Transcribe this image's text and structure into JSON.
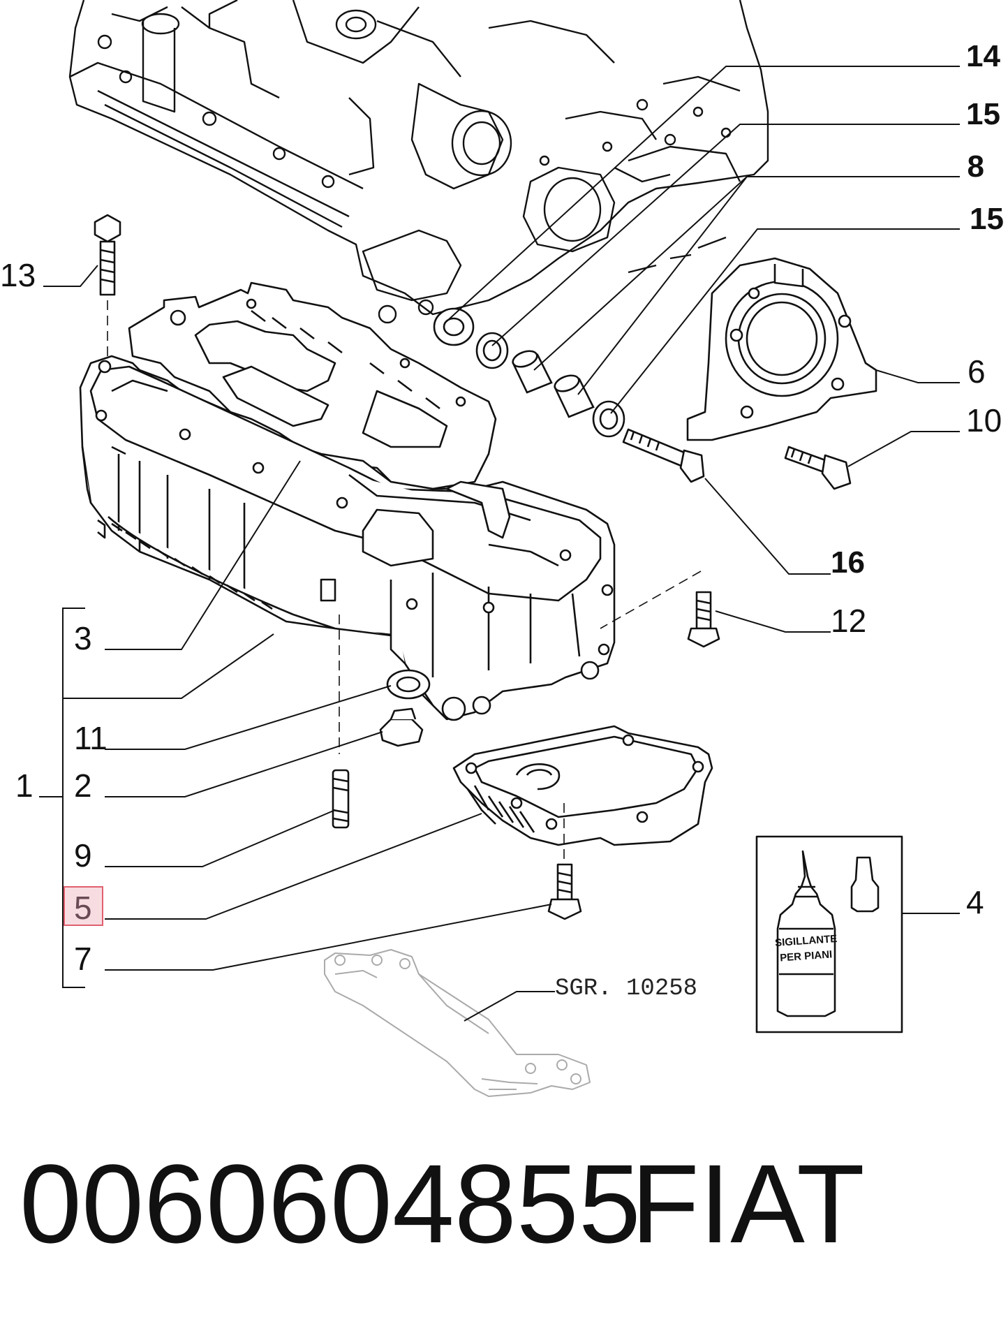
{
  "callouts": {
    "c14": "14",
    "c15a": "15",
    "c8": "8",
    "c15b": "15",
    "c13": "13",
    "c6": "6",
    "c10": "10",
    "c16": "16",
    "c12": "12",
    "c3": "3",
    "c11": "11",
    "c1": "1",
    "c2": "2",
    "c9": "9",
    "c5": "5",
    "c7": "7",
    "c4": "4"
  },
  "reference": "SGR. 10258",
  "sealant_label": {
    "line1": "SIGILLANTE",
    "line2": "PER PIANI"
  },
  "part_number": "0060604855",
  "brand": "FIAT",
  "highlighted_callout": "5",
  "colors": {
    "line": "#111111",
    "highlight_border": "#e06070",
    "highlight_fill": "#f7dde2",
    "faded": "#aaaaaa"
  }
}
